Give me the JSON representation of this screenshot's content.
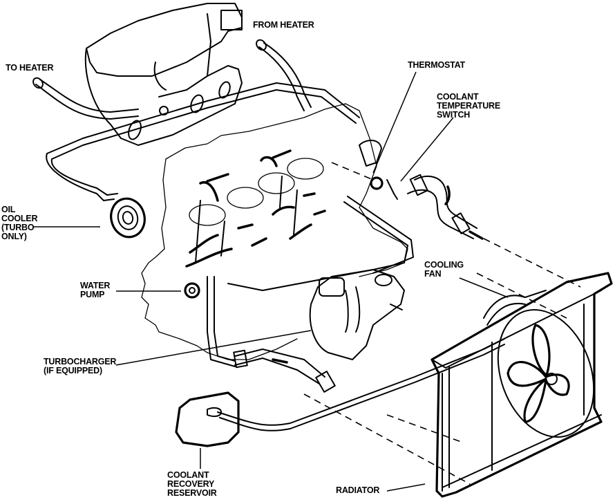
{
  "diagram": {
    "title": "Engine cooling system component layout",
    "style": "black line-art technical illustration",
    "colors": {
      "line": "#000000",
      "background": "#ffffff"
    },
    "labels": {
      "to_heater": [
        "TO HEATER"
      ],
      "from_heater": [
        "FROM HEATER"
      ],
      "thermostat": [
        "THERMOSTAT"
      ],
      "coolant_temperature_switch": [
        "COOLANT",
        "TEMPERATURE",
        "SWITCH"
      ],
      "oil_cooler": [
        "OIL",
        "COOLER",
        "(TURBO",
        "ONLY)"
      ],
      "water_pump": [
        "WATER",
        "PUMP"
      ],
      "cooling_fan": [
        "COOLING",
        "FAN"
      ],
      "turbocharger": [
        "TURBOCHARGER",
        "(IF EQUIPPED)"
      ],
      "coolant_recovery_reservoir": [
        "COOLANT",
        "RECOVERY",
        "RESERVOIR"
      ],
      "radiator": [
        "RADIATOR"
      ]
    }
  }
}
